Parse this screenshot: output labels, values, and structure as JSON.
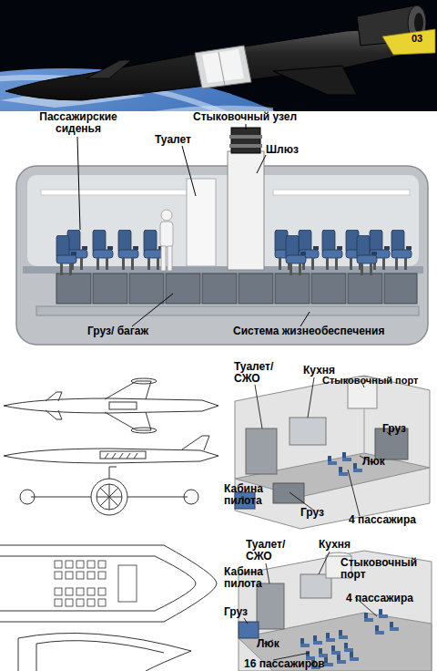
{
  "diagram": {
    "labels": [
      "03",
      "Пассажирские сиденья",
      "Стыковочный узел",
      "Туалет",
      "Шлюз",
      "Груз/ багаж",
      "Система жизнеобеспечения",
      "Туалет/ СЖО",
      "Кухня",
      "Стыковочный порт",
      "Груз",
      "Люк",
      "Кабина пилота",
      "Груз",
      "4 пассажира",
      "Туалет/ СЖО",
      "Кухня",
      "Стыковочный порт",
      "Кабина пилота",
      "4 пассажира",
      "Груз",
      "Люк",
      "16 пассажиров"
    ]
  }
}
